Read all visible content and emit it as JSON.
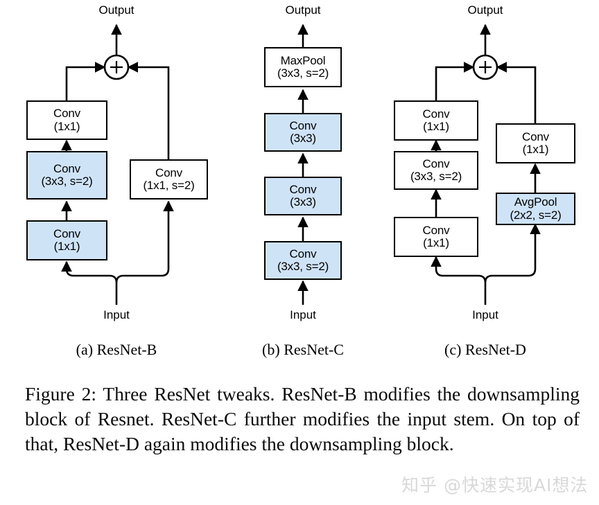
{
  "figure": {
    "id": "Figure 2",
    "caption_text": "Figure 2:  Three ResNet tweaks.  ResNet-B modifies the downsampling block of Resnet. ResNet-C further modifies the input stem. On top of that, ResNet-D again modifies the downsampling block.",
    "caption_lines": [
      "Figure 2:  Three ResNet tweaks.  ResNet-B modifies the",
      "downsampling block of Resnet. ResNet-C further modifies",
      "the input stem. On top of that, ResNet-D again modifies the",
      "downsampling block."
    ],
    "watermark": "知乎 @快速实现AI想法",
    "colors": {
      "highlight_fill": "#cfe3f7",
      "box_fill": "#ffffff",
      "stroke": "#000000",
      "watermark": "#d8d8d8"
    }
  },
  "panels": [
    {
      "key": "a",
      "sub_caption": "(a) ResNet-B",
      "input_label": "Input",
      "output_label": "Output",
      "merge_symbol": "+",
      "nodes": [
        {
          "id": "a-main-conv3",
          "line1": "Conv",
          "line2": "(1x1)",
          "highlight": false,
          "branch": "main"
        },
        {
          "id": "a-main-conv2",
          "line1": "Conv",
          "line2": "(3x3, s=2)",
          "highlight": true,
          "branch": "main"
        },
        {
          "id": "a-main-conv1",
          "line1": "Conv",
          "line2": "(1x1)",
          "highlight": true,
          "branch": "main"
        },
        {
          "id": "a-skip-conv",
          "line1": "Conv",
          "line2": "(1x1, s=2)",
          "highlight": false,
          "branch": "skip"
        }
      ]
    },
    {
      "key": "b",
      "sub_caption": "(b) ResNet-C",
      "input_label": "Input",
      "output_label": "Output",
      "merge_symbol": null,
      "nodes": [
        {
          "id": "b-maxpool",
          "line1": "MaxPool",
          "line2": "(3x3, s=2)",
          "highlight": false,
          "branch": "main"
        },
        {
          "id": "b-conv3",
          "line1": "Conv",
          "line2": "(3x3)",
          "highlight": true,
          "branch": "main"
        },
        {
          "id": "b-conv2",
          "line1": "Conv",
          "line2": "(3x3)",
          "highlight": true,
          "branch": "main"
        },
        {
          "id": "b-conv1",
          "line1": "Conv",
          "line2": "(3x3, s=2)",
          "highlight": true,
          "branch": "main"
        }
      ]
    },
    {
      "key": "c",
      "sub_caption": "(c) ResNet-D",
      "input_label": "Input",
      "output_label": "Output",
      "merge_symbol": "+",
      "nodes": [
        {
          "id": "c-main-conv3",
          "line1": "Conv",
          "line2": "(1x1)",
          "highlight": false,
          "branch": "main"
        },
        {
          "id": "c-main-conv2",
          "line1": "Conv",
          "line2": "(3x3, s=2)",
          "highlight": false,
          "branch": "main"
        },
        {
          "id": "c-main-conv1",
          "line1": "Conv",
          "line2": "(1x1)",
          "highlight": false,
          "branch": "main"
        },
        {
          "id": "c-skip-conv",
          "line1": "Conv",
          "line2": "(1x1)",
          "highlight": false,
          "branch": "skip"
        },
        {
          "id": "c-skip-pool",
          "line1": "AvgPool",
          "line2": "(2x2, s=2)",
          "highlight": true,
          "branch": "skip"
        }
      ]
    }
  ]
}
